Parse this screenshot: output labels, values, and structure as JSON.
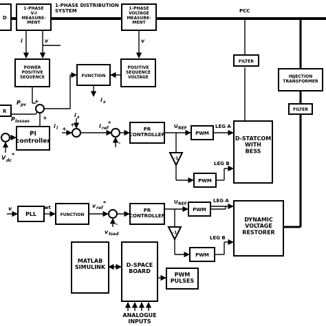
{
  "bus": {
    "distribution_label": "1-PHASE DISTRIBUTION\nSYSTEM",
    "pcc_label": "PCC"
  },
  "blocks": {
    "load_cut": "D",
    "vi_measurement": "1-PHASE\nV-I\nMEASURE-\nMENT",
    "voltage_measurement": "1-PHASE\nVOLTAGE\nMEASURE-\nMENT",
    "power_positive_sequence": "POWER\nPOSITIVE\nSEQUENCE",
    "function_top": "FUNCTION",
    "positive_sequence_voltage": "POSITIVE\nSEQUENCE\nVOLTAGE",
    "filter_top": "FILTER",
    "injection_transformer": "INJECTION\nTRANSFORMER",
    "filter_right": "FILTER",
    "r_cut": "R",
    "pi_controller": "PI\ncontroller",
    "pr_controller_1": "PR\nCONTROLLER",
    "pwm_1a": "PWM",
    "dstatcom": "D-STATCOM\nWITH\nBESS",
    "pwm_1b": "PWM",
    "pll": "PLL",
    "function_bottom": "FUNCTION",
    "pr_controller_2": "PR\nCONTROLLER",
    "pwm_2a": "PWM",
    "dvr": "DYNAMIC\nVOLTAGE\nRESTORER",
    "pwm_2b": "PWM",
    "matlab_simulink": "MATLAB\nSIMULINK",
    "dspace_board": "D-SPACE\nBOARD",
    "pwm_pulses": "PWM\nPULSES",
    "gain_1": "-1",
    "gain_2": "-1"
  },
  "signals": {
    "i_meas": "i",
    "v_meas": "v",
    "v_meas2": "v",
    "p_pv": "P",
    "p_pv_sub": "pv",
    "p_losses": "P",
    "p_losses_sub": "losses",
    "i_s": "i",
    "i_s_sub": "s",
    "i_l": "i",
    "i_l_sub": "l",
    "i_s2": "i",
    "i_s2_sub": "s",
    "i_ref": "i",
    "i_ref_sub": "ref",
    "i_ref_star": "*",
    "u_ref_1": "U",
    "u_ref_1_sub": "REF",
    "leg_a_1": "LEG A",
    "leg_b_1": "LEG B",
    "v_dc": "V",
    "v_dc_sub": "dc",
    "v_dc_star": "*",
    "v_in": "v",
    "wt": "wt",
    "v_ref": "v",
    "v_ref_sub": "ref",
    "v_ref_star": "*",
    "v_load": "v",
    "v_load_sub": "load",
    "u_ref_2": "U",
    "u_ref_2_sub": "REF",
    "leg_a_2": "LEG A",
    "leg_b_2": "LEG B",
    "analogue_inputs": "ANALOGUE\nINPUTS"
  },
  "signs": {
    "plus": "+",
    "minus": "-"
  }
}
